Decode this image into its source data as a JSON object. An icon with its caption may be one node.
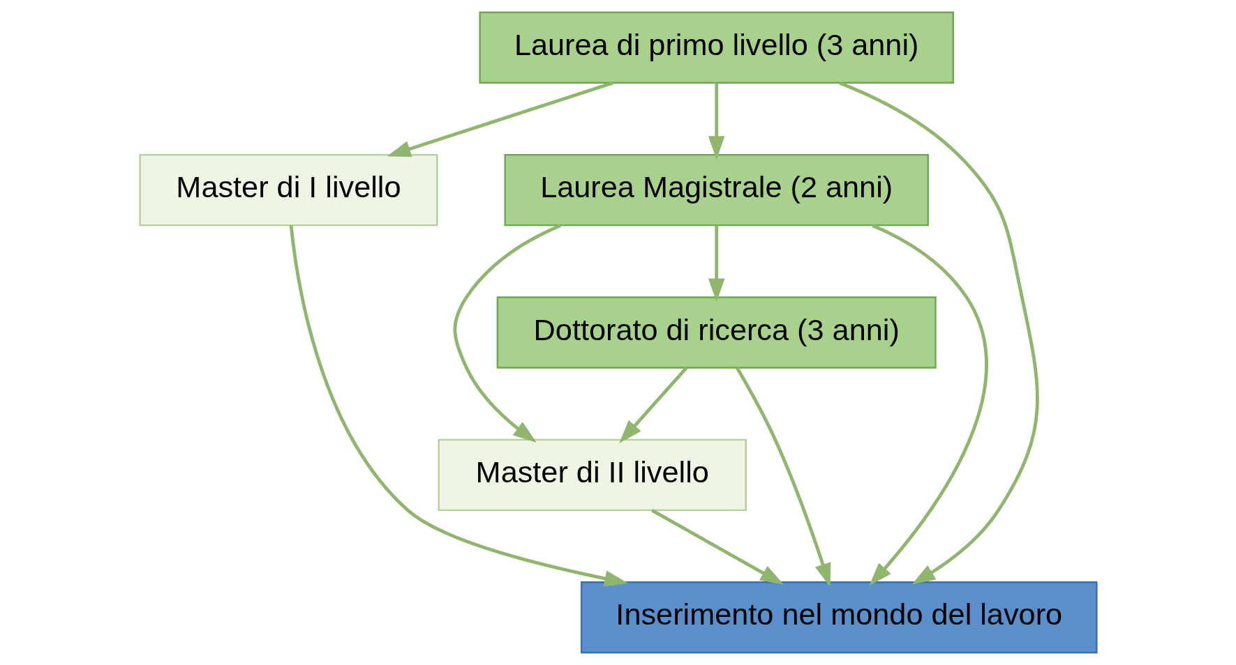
{
  "diagram": {
    "nodes": [
      {
        "text": [
          "Laurea di primo livello (3 anni)"
        ]
      },
      {
        "text": [
          "Master di I livello"
        ]
      },
      {
        "text": [
          "Laurea Magistrale (2 anni)"
        ]
      },
      {
        "text": [
          "Dottorato di ricerca (3 anni)"
        ]
      },
      {
        "text": [
          "Master di II livello"
        ]
      },
      {
        "text": [
          "Inserimento nel mondo del lavoro"
        ]
      }
    ],
    "edges": [
      {
        "from": 0,
        "to": 5,
        "arrow": "to"
      },
      {
        "from": 0,
        "to": 1,
        "arrow": "to"
      },
      {
        "from": 0,
        "to": 2,
        "arrow": "to"
      },
      {
        "from": 1,
        "to": 5,
        "arrow": "to"
      },
      {
        "from": 2,
        "to": 5,
        "arrow": "to"
      },
      {
        "from": 2,
        "to": 4,
        "arrow": "to"
      },
      {
        "from": 2,
        "to": 3,
        "arrow": "to"
      },
      {
        "from": 3,
        "to": 4,
        "arrow": "to"
      },
      {
        "from": 3,
        "to": 5,
        "arrow": "to"
      },
      {
        "from": 4,
        "to": 5,
        "arrow": "to"
      }
    ]
  }
}
